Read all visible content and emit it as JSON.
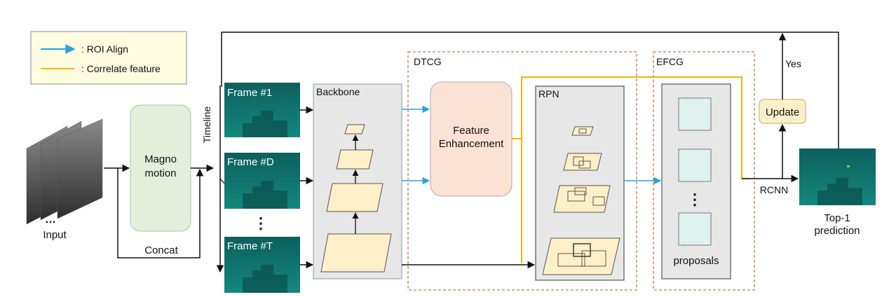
{
  "legend": {
    "roi_align": ": ROI Align",
    "correlate_feature": ": Correlate feature"
  },
  "labels": {
    "input": "Input",
    "input_dots": "…",
    "magno_line1": "Magno",
    "magno_line2": "motion",
    "concat": "Concat",
    "timeline": "Timeline",
    "frame1": "Frame #1",
    "frameD": "Frame #D",
    "frameT": "Frame #T",
    "frame_dots": "⋮",
    "backbone": "Backbone",
    "dtcg": "DTCG",
    "feature_line1": "Feature",
    "feature_line2": "Enhancement",
    "rpn": "RPN",
    "efcg": "EFCG",
    "proposals_dots": "⋮",
    "proposals": "proposals",
    "update": "Update",
    "yes": "Yes",
    "rcnn": "RCNN",
    "top1_line1": "Top-1",
    "top1_line2": "prediction"
  },
  "colors": {
    "roi_align": "#29a3e0",
    "correlate": "#f5b400",
    "magno_fill": "#e3efdc",
    "feature_fill": "#fbe2d5",
    "panel_fill": "#e7e7e7",
    "layer_fill": "#fdf0c8",
    "proposal_fill": "#dff2ef",
    "update_fill": "#fdf0c8",
    "legend_fill": "#fdfbe0",
    "dashed": "#c47a52",
    "frame_bg": "#0f6f6a"
  }
}
